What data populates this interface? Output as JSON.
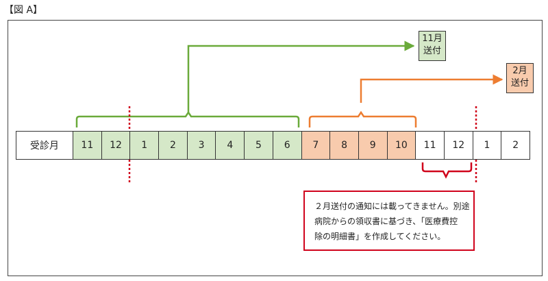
{
  "figure_label": "【図 A】",
  "row_label": "受診月",
  "months": [
    {
      "label": "11",
      "group": "green"
    },
    {
      "label": "12",
      "group": "green"
    },
    {
      "label": "1",
      "group": "green"
    },
    {
      "label": "2",
      "group": "green"
    },
    {
      "label": "3",
      "group": "green"
    },
    {
      "label": "4",
      "group": "green"
    },
    {
      "label": "5",
      "group": "green"
    },
    {
      "label": "6",
      "group": "green"
    },
    {
      "label": "7",
      "group": "orange"
    },
    {
      "label": "8",
      "group": "orange"
    },
    {
      "label": "9",
      "group": "orange"
    },
    {
      "label": "10",
      "group": "orange"
    },
    {
      "label": "11",
      "group": "white"
    },
    {
      "label": "12",
      "group": "white"
    },
    {
      "label": "1",
      "group": "white"
    },
    {
      "label": "2",
      "group": "white"
    }
  ],
  "destinations": {
    "november": {
      "line1": "11月",
      "line2": "送付"
    },
    "february": {
      "line1": "2月",
      "line2": "送付"
    }
  },
  "note": {
    "line1": "２月送付の通知には載ってきません。別途",
    "line2": "病院からの領収書に基づき、「医療費控",
    "line3": "除の明細書」を作成してください。"
  },
  "colors": {
    "green_fill": "#d5e8c8",
    "green_line": "#6aaa3a",
    "orange_fill": "#f8cbad",
    "orange_line": "#ed7d31",
    "red": "#d0021b"
  }
}
